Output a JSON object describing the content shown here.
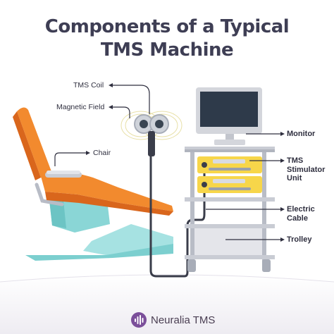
{
  "title": {
    "line1": "Components of a Typical",
    "line2": "TMS Machine"
  },
  "labels_left": {
    "tms_coil": "TMS Coil",
    "magnetic_field": "Magnetic Field",
    "chair": "Chair"
  },
  "labels_right": {
    "monitor": "Monitor",
    "tms_stimulator_line1": "TMS",
    "tms_stimulator_line2": "Stimulator",
    "tms_stimulator_line3": "Unit",
    "electric_cable_line1": "Electric",
    "electric_cable_line2": "Cable",
    "trolley": "Trolley"
  },
  "brand": {
    "name": "Neuralia TMS",
    "logo_icon": "waveform-circle-icon"
  },
  "colors": {
    "title": "#3e3e54",
    "chair_orange": "#f28a2e",
    "chair_dark_orange": "#d9661c",
    "chair_base": "#8fd7d7",
    "stimulator_yellow": "#f7d64a",
    "trolley_gray": "#d3d3d9",
    "monitor_screen": "#2e3a4a",
    "brand_purple": "#7b4f9a"
  }
}
